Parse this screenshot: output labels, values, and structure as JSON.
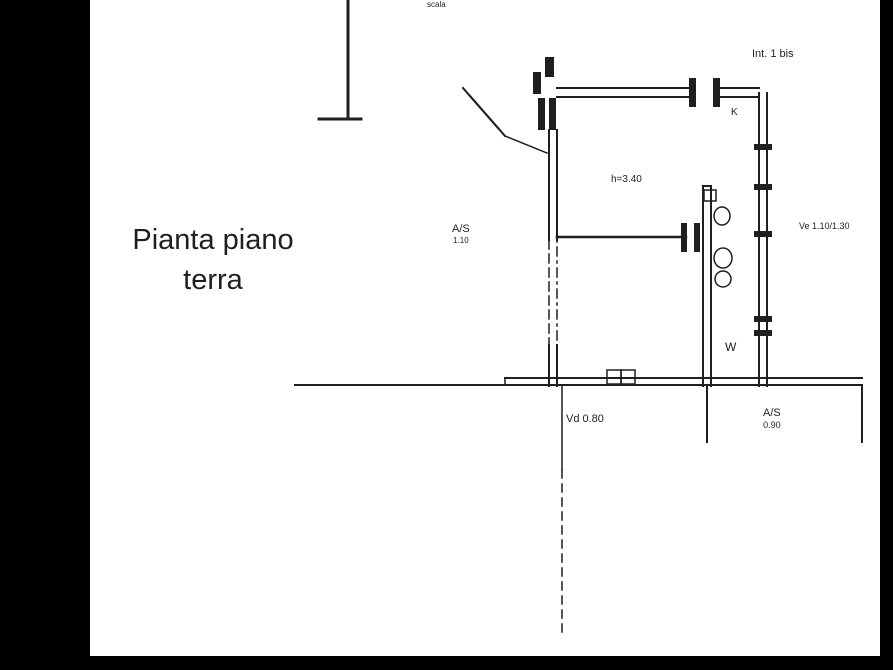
{
  "title": {
    "line1": "Pianta piano",
    "line2": "terra"
  },
  "annotations": {
    "top_small": "scala",
    "unit_label": "Int. 1 bis",
    "kitchen": "K",
    "room_height": "h=3.40",
    "opening_left": {
      "code": "A/S",
      "size": "1.10"
    },
    "window_right": "Ve 1.10/1.30",
    "wc": "W",
    "door_bottom": "Vd 0.80",
    "opening_bottom": {
      "code": "A/S",
      "size": "0.90"
    }
  },
  "colors": {
    "background": "#000000",
    "canvas": "#ffffff",
    "line": "#1f1f1f",
    "text": "#1f1f1f"
  }
}
